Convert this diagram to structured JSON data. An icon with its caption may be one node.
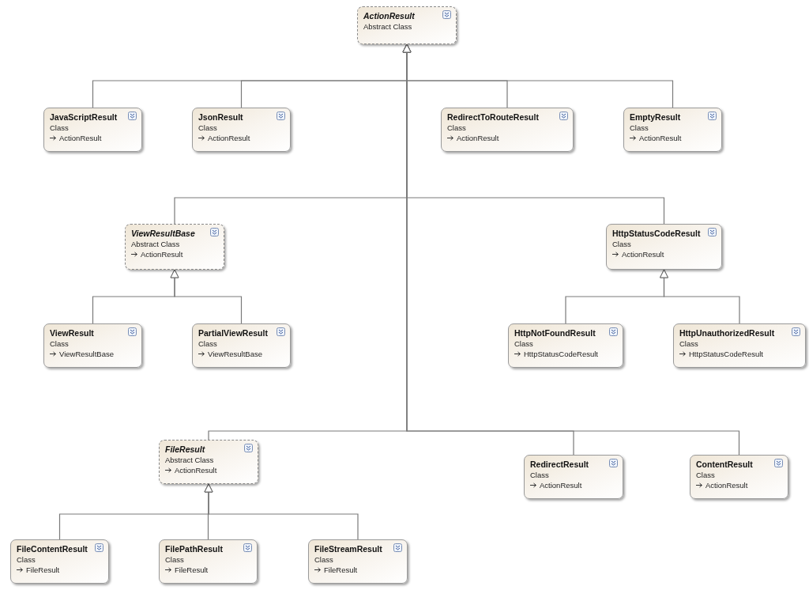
{
  "diagram": {
    "nodes": [
      {
        "text": [
          "ActionResult",
          "Abstract Class"
        ]
      },
      {
        "text": [
          "JavaScriptResult",
          "Class",
          "ActionResult"
        ]
      },
      {
        "text": [
          "JsonResult",
          "Class",
          "ActionResult"
        ]
      },
      {
        "text": [
          "RedirectToRouteResult",
          "Class",
          "ActionResult"
        ]
      },
      {
        "text": [
          "EmptyResult",
          "Class",
          "ActionResult"
        ]
      },
      {
        "text": [
          "ViewResultBase",
          "Abstract Class",
          "ActionResult"
        ]
      },
      {
        "text": [
          "HttpStatusCodeResult",
          "Class",
          "ActionResult"
        ]
      },
      {
        "text": [
          "ViewResult",
          "Class",
          "ViewResultBase"
        ]
      },
      {
        "text": [
          "PartialViewResult",
          "Class",
          "ViewResultBase"
        ]
      },
      {
        "text": [
          "HttpNotFoundResult",
          "Class",
          "HttpStatusCodeResult"
        ]
      },
      {
        "text": [
          "HttpUnauthorizedResult",
          "Class",
          "HttpStatusCodeResult"
        ]
      },
      {
        "text": [
          "FileResult",
          "Abstract Class",
          "ActionResult"
        ]
      },
      {
        "text": [
          "RedirectResult",
          "Class",
          "ActionResult"
        ]
      },
      {
        "text": [
          "ContentResult",
          "Class",
          "ActionResult"
        ]
      },
      {
        "text": [
          "FileContentResult",
          "Class",
          "FileResult"
        ]
      },
      {
        "text": [
          "FilePathResult",
          "Class",
          "FileResult"
        ]
      },
      {
        "text": [
          "FileStreamResult",
          "Class",
          "FileResult"
        ]
      }
    ],
    "edges": [
      {
        "from": 1,
        "to": 0,
        "arrow": "to"
      },
      {
        "from": 2,
        "to": 0,
        "arrow": "to"
      },
      {
        "from": 3,
        "to": 0,
        "arrow": "to"
      },
      {
        "from": 4,
        "to": 0,
        "arrow": "to"
      },
      {
        "from": 5,
        "to": 0,
        "arrow": "to"
      },
      {
        "from": 6,
        "to": 0,
        "arrow": "to"
      },
      {
        "from": 7,
        "to": 5,
        "arrow": "to"
      },
      {
        "from": 8,
        "to": 5,
        "arrow": "to"
      },
      {
        "from": 9,
        "to": 6,
        "arrow": "to"
      },
      {
        "from": 10,
        "to": 6,
        "arrow": "to"
      },
      {
        "from": 11,
        "to": 0,
        "arrow": "to"
      },
      {
        "from": 12,
        "to": 0,
        "arrow": "to"
      },
      {
        "from": 13,
        "to": 0,
        "arrow": "to"
      },
      {
        "from": 14,
        "to": 11,
        "arrow": "to"
      },
      {
        "from": 15,
        "to": 11,
        "arrow": "to"
      },
      {
        "from": 16,
        "to": 11,
        "arrow": "to"
      }
    ]
  }
}
